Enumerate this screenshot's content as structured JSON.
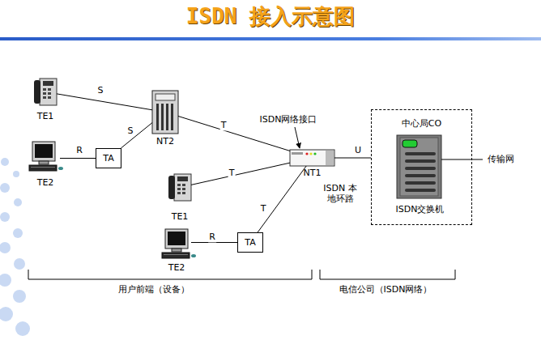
{
  "diagram": {
    "title": "ISDN 接入示意图",
    "nodes": [
      {
        "text": [
          "TE1"
        ]
      },
      {
        "text": [
          "NT2"
        ]
      },
      {
        "text": [
          "TE2"
        ]
      },
      {
        "text": [
          "TA"
        ]
      },
      {
        "text": [
          "NT1"
        ]
      },
      {
        "text": [
          "中心局CO"
        ]
      },
      {
        "text": [
          "ISDN交换机"
        ],
        "in": 5
      },
      {
        "text": [
          "TE1"
        ]
      },
      {
        "text": [
          "TE2"
        ]
      },
      {
        "text": [
          "TA"
        ]
      }
    ],
    "edges": [
      {
        "from": 0,
        "to": 1,
        "label": "S",
        "arrow": "none"
      },
      {
        "from": 2,
        "to": 3,
        "label": "R",
        "arrow": "none"
      },
      {
        "from": 3,
        "to": 1,
        "label": "S",
        "arrow": "none"
      },
      {
        "from": 1,
        "to": 4,
        "label": "T",
        "arrow": "none"
      },
      {
        "from": 7,
        "to": 4,
        "label": "T",
        "arrow": "none"
      },
      {
        "from": 8,
        "to": 9,
        "label": "R",
        "arrow": "none"
      },
      {
        "from": 9,
        "to": 4,
        "label": "T",
        "arrow": "none"
      },
      {
        "from": 4,
        "to": 5,
        "label": "U",
        "arrow": "none"
      }
    ],
    "labels": [
      "ISDN网络接口",
      "ISDN 本地环路",
      "传输网",
      "用户前端（设备）",
      "电信公司（ISDN网络）"
    ]
  }
}
